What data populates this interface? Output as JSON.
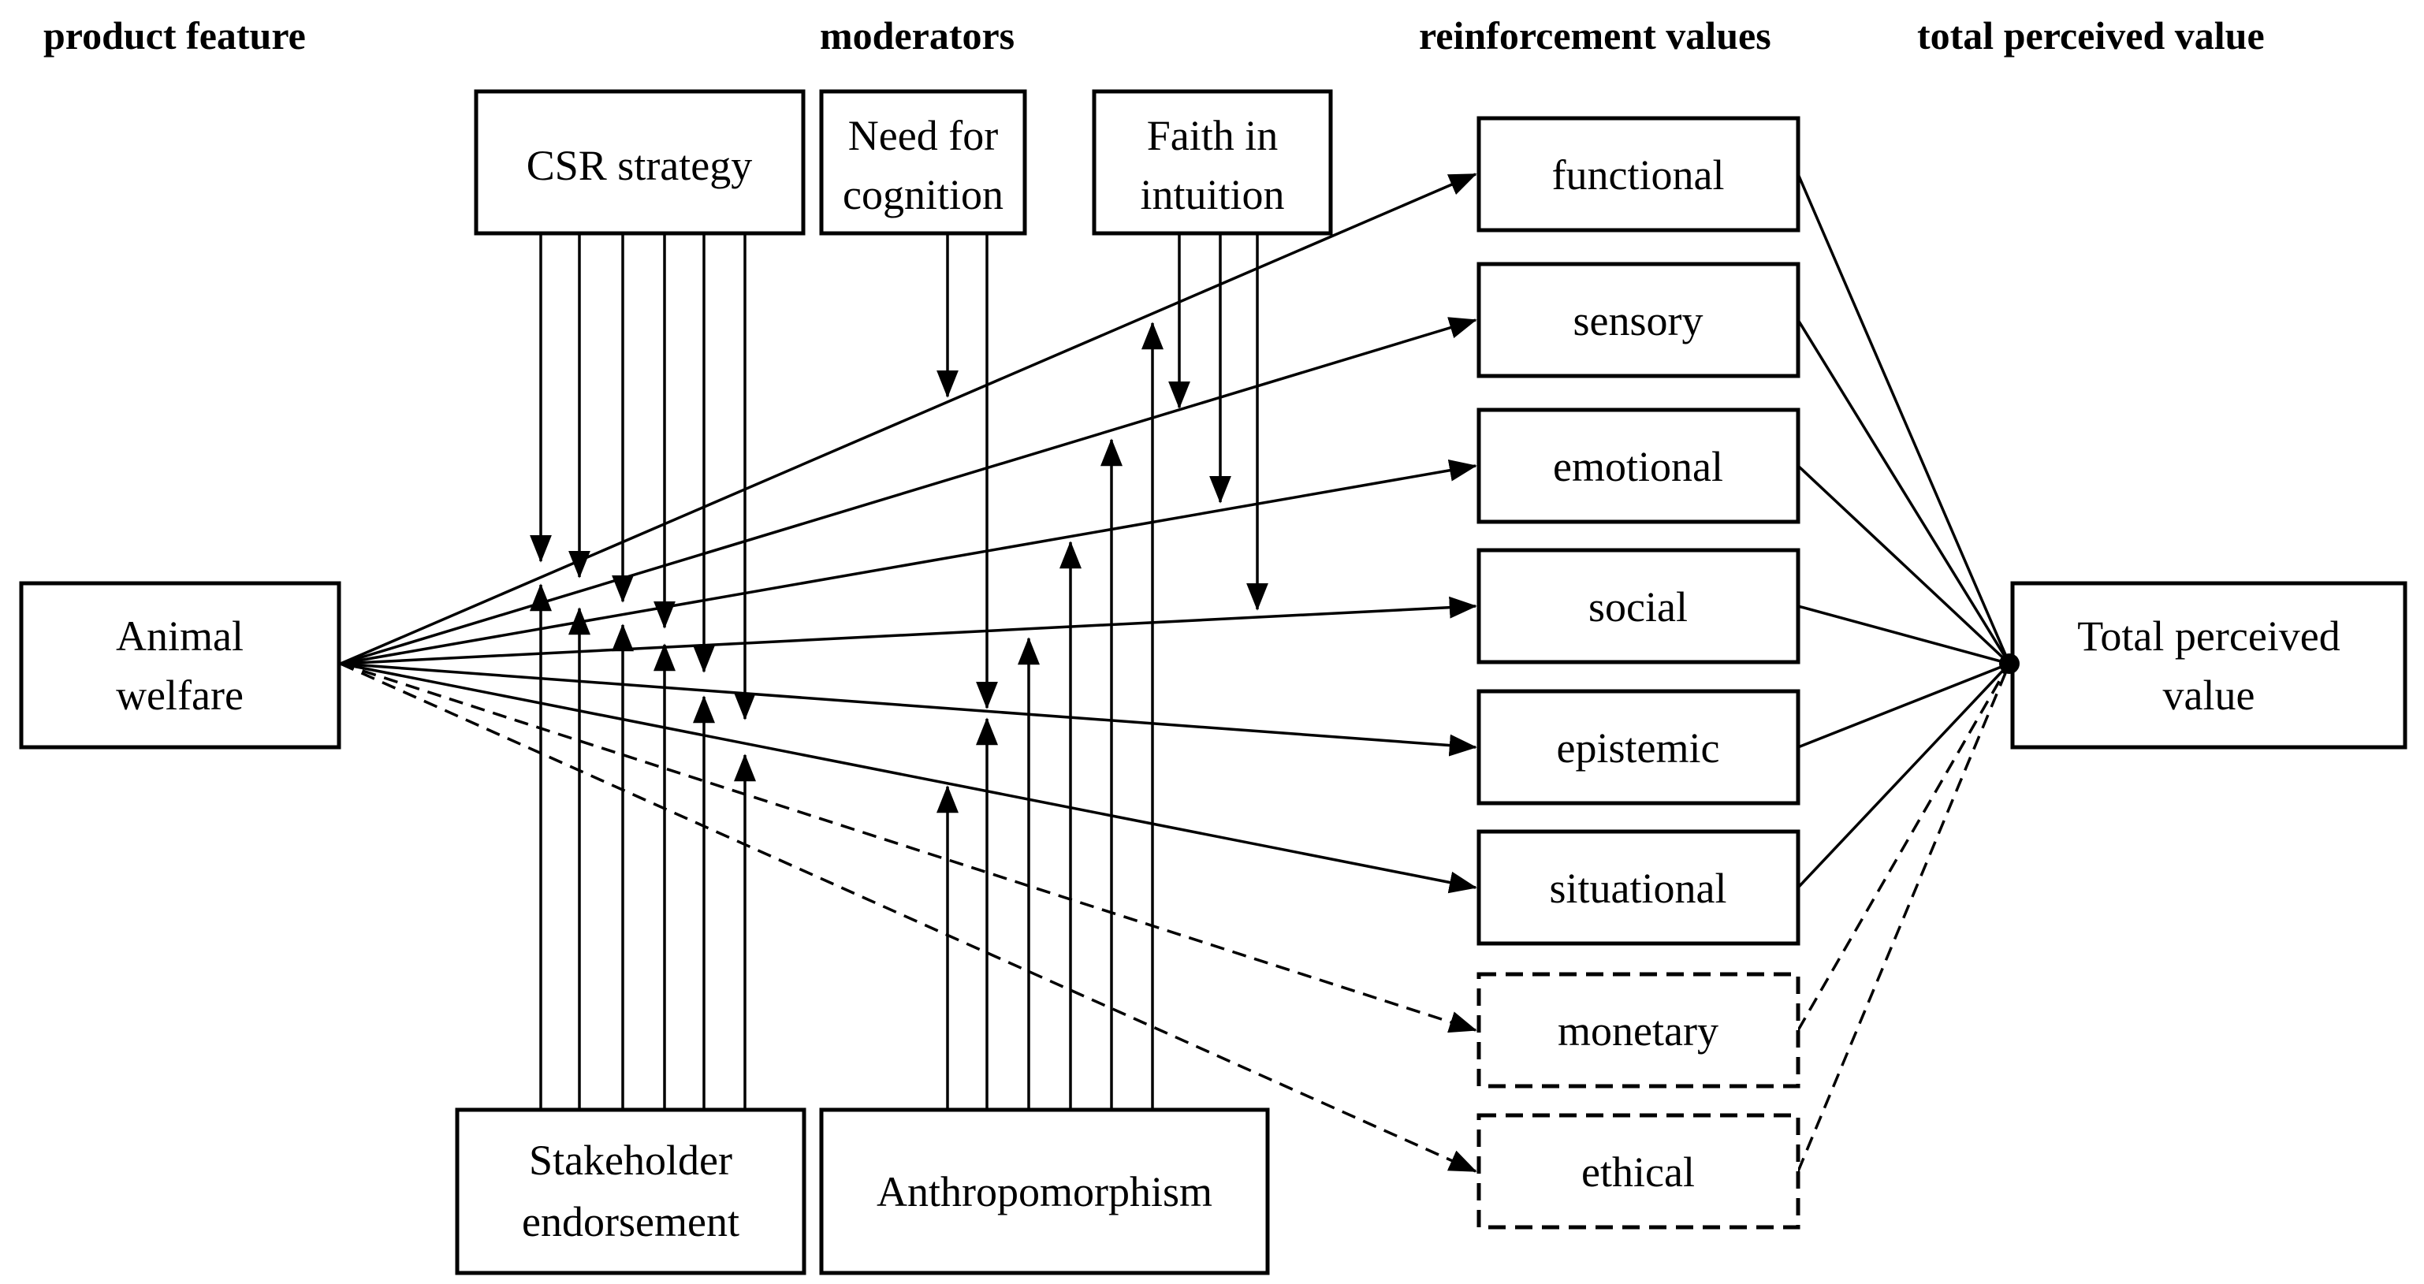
{
  "headers": {
    "product_feature": "product feature",
    "moderators": "moderators",
    "reinforcement_values": "reinforcement values",
    "total_perceived_value": "total perceived value"
  },
  "source": {
    "line1": "Animal",
    "line2": "welfare"
  },
  "target": {
    "line1": "Total perceived",
    "line2": "value"
  },
  "moderators": {
    "csr": {
      "line1": "CSR strategy"
    },
    "need_for_cognition": {
      "line1": "Need for",
      "line2": "cognition"
    },
    "faith_in_intuition": {
      "line1": "Faith in",
      "line2": "intuition"
    },
    "stakeholder": {
      "line1": "Stakeholder",
      "line2": "endorsement"
    },
    "anthropomorphism": {
      "line1": "Anthropomorphism"
    }
  },
  "values": [
    {
      "label": "functional",
      "style": "solid"
    },
    {
      "label": "sensory",
      "style": "solid"
    },
    {
      "label": "emotional",
      "style": "solid"
    },
    {
      "label": "social",
      "style": "solid"
    },
    {
      "label": "epistemic",
      "style": "solid"
    },
    {
      "label": "situational",
      "style": "solid"
    },
    {
      "label": "monetary",
      "style": "dashed"
    },
    {
      "label": "ethical",
      "style": "dashed"
    }
  ]
}
